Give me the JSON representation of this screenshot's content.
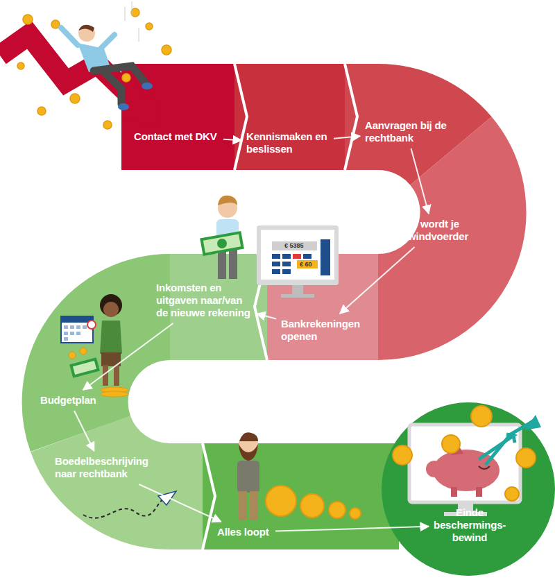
{
  "diagram": {
    "nodes": [
      {
        "text": [
          "Contact met DKV"
        ]
      },
      {
        "text": [
          "Kennismaken en beslissen"
        ]
      },
      {
        "text": [
          "Aanvragen bij de rechtbank"
        ]
      },
      {
        "text": [
          "DKV wordt je bewindvoerder"
        ]
      },
      {
        "text": [
          "Bankrekeningen openen"
        ]
      },
      {
        "text": [
          "Inkomsten en uitgaven naar/van de nieuwe rekening"
        ]
      },
      {
        "text": [
          "Budgetplan"
        ]
      },
      {
        "text": [
          "Boedelbeschrijving naar rechtbank"
        ]
      },
      {
        "text": [
          "Alles loopt"
        ]
      },
      {
        "text": [
          "Einde beschermings- bewind"
        ]
      }
    ],
    "edges": [
      {
        "from": 0,
        "to": 1,
        "arrow": "to"
      },
      {
        "from": 1,
        "to": 2,
        "arrow": "to"
      },
      {
        "from": 2,
        "to": 3,
        "arrow": "to"
      },
      {
        "from": 3,
        "to": 4,
        "arrow": "to"
      },
      {
        "from": 4,
        "to": 5,
        "arrow": "to"
      },
      {
        "from": 5,
        "to": 6,
        "arrow": "to"
      },
      {
        "from": 6,
        "to": 7,
        "arrow": "to"
      },
      {
        "from": 7,
        "to": 8,
        "arrow": "to"
      },
      {
        "from": 8,
        "to": 9,
        "arrow": "to"
      }
    ],
    "labels": [
      "€ 5385",
      "€ 60"
    ]
  }
}
